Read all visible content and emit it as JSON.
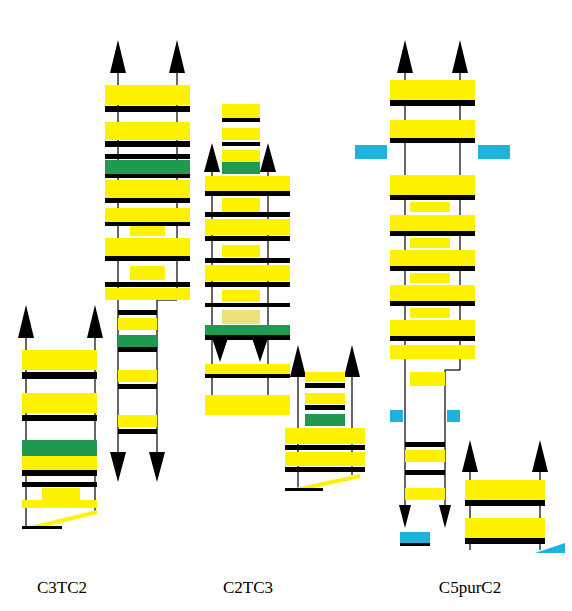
{
  "diagram": {
    "labels": [
      "C3TC2",
      "C2TC3",
      "C5purC2"
    ]
  }
}
